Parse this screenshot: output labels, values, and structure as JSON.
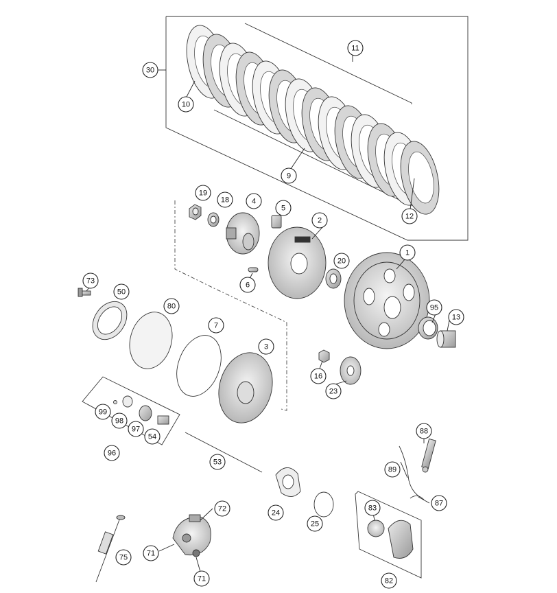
{
  "diagram": {
    "callouts": [
      {
        "id": "c30",
        "label": "30"
      },
      {
        "id": "c10",
        "label": "10"
      },
      {
        "id": "c11",
        "label": "11"
      },
      {
        "id": "c9",
        "label": "9"
      },
      {
        "id": "c12",
        "label": "12"
      },
      {
        "id": "c19",
        "label": "19"
      },
      {
        "id": "c18",
        "label": "18"
      },
      {
        "id": "c4",
        "label": "4"
      },
      {
        "id": "c5",
        "label": "5"
      },
      {
        "id": "c2",
        "label": "2"
      },
      {
        "id": "c1",
        "label": "1"
      },
      {
        "id": "c20",
        "label": "20"
      },
      {
        "id": "c6",
        "label": "6"
      },
      {
        "id": "c73",
        "label": "73"
      },
      {
        "id": "c50",
        "label": "50"
      },
      {
        "id": "c80",
        "label": "80"
      },
      {
        "id": "c7",
        "label": "7"
      },
      {
        "id": "c3",
        "label": "3"
      },
      {
        "id": "c95",
        "label": "95"
      },
      {
        "id": "c13",
        "label": "13"
      },
      {
        "id": "c16",
        "label": "16"
      },
      {
        "id": "c23",
        "label": "23"
      },
      {
        "id": "c99",
        "label": "99"
      },
      {
        "id": "c98",
        "label": "98"
      },
      {
        "id": "c97",
        "label": "97"
      },
      {
        "id": "c54",
        "label": "54"
      },
      {
        "id": "c96",
        "label": "96"
      },
      {
        "id": "c53",
        "label": "53"
      },
      {
        "id": "c88",
        "label": "88"
      },
      {
        "id": "c89",
        "label": "89"
      },
      {
        "id": "c87",
        "label": "87"
      },
      {
        "id": "c72",
        "label": "72"
      },
      {
        "id": "c24",
        "label": "24"
      },
      {
        "id": "c83",
        "label": "83"
      },
      {
        "id": "c25",
        "label": "25"
      },
      {
        "id": "c71a",
        "label": "71"
      },
      {
        "id": "c75",
        "label": "75"
      },
      {
        "id": "c71b",
        "label": "71"
      },
      {
        "id": "c82",
        "label": "82"
      }
    ]
  }
}
